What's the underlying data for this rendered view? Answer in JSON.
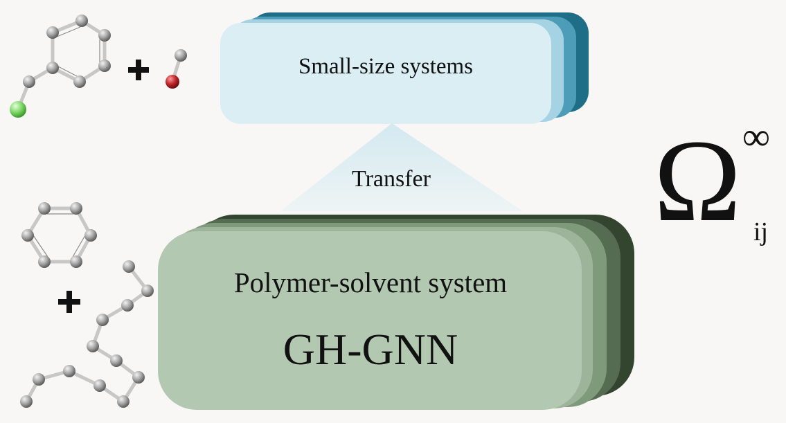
{
  "small_systems": {
    "label": "Small-size systems"
  },
  "transfer": {
    "label": "Transfer"
  },
  "polymer_system": {
    "label": "Polymer-solvent system",
    "model": "GH-GNN"
  },
  "symbol": {
    "base": "Ω",
    "superscript": "∞",
    "subscript": "ij"
  },
  "plus_signs": [
    "+",
    "+"
  ],
  "colors": {
    "background": "#f8f7f5",
    "small_box_front": "#daeef4",
    "small_box_back": "#1f6e88",
    "polymer_box_front": "#b3c8b1",
    "polymer_box_back": "#33452f",
    "atom_carbon": "#9a9a9a",
    "atom_chlorine": "#7ed86a",
    "atom_oxygen": "#c0262a"
  },
  "molecules": [
    "chlorotoluene-molecule",
    "hydroxyl-fragment",
    "benzene-molecule",
    "polymer-chain"
  ]
}
